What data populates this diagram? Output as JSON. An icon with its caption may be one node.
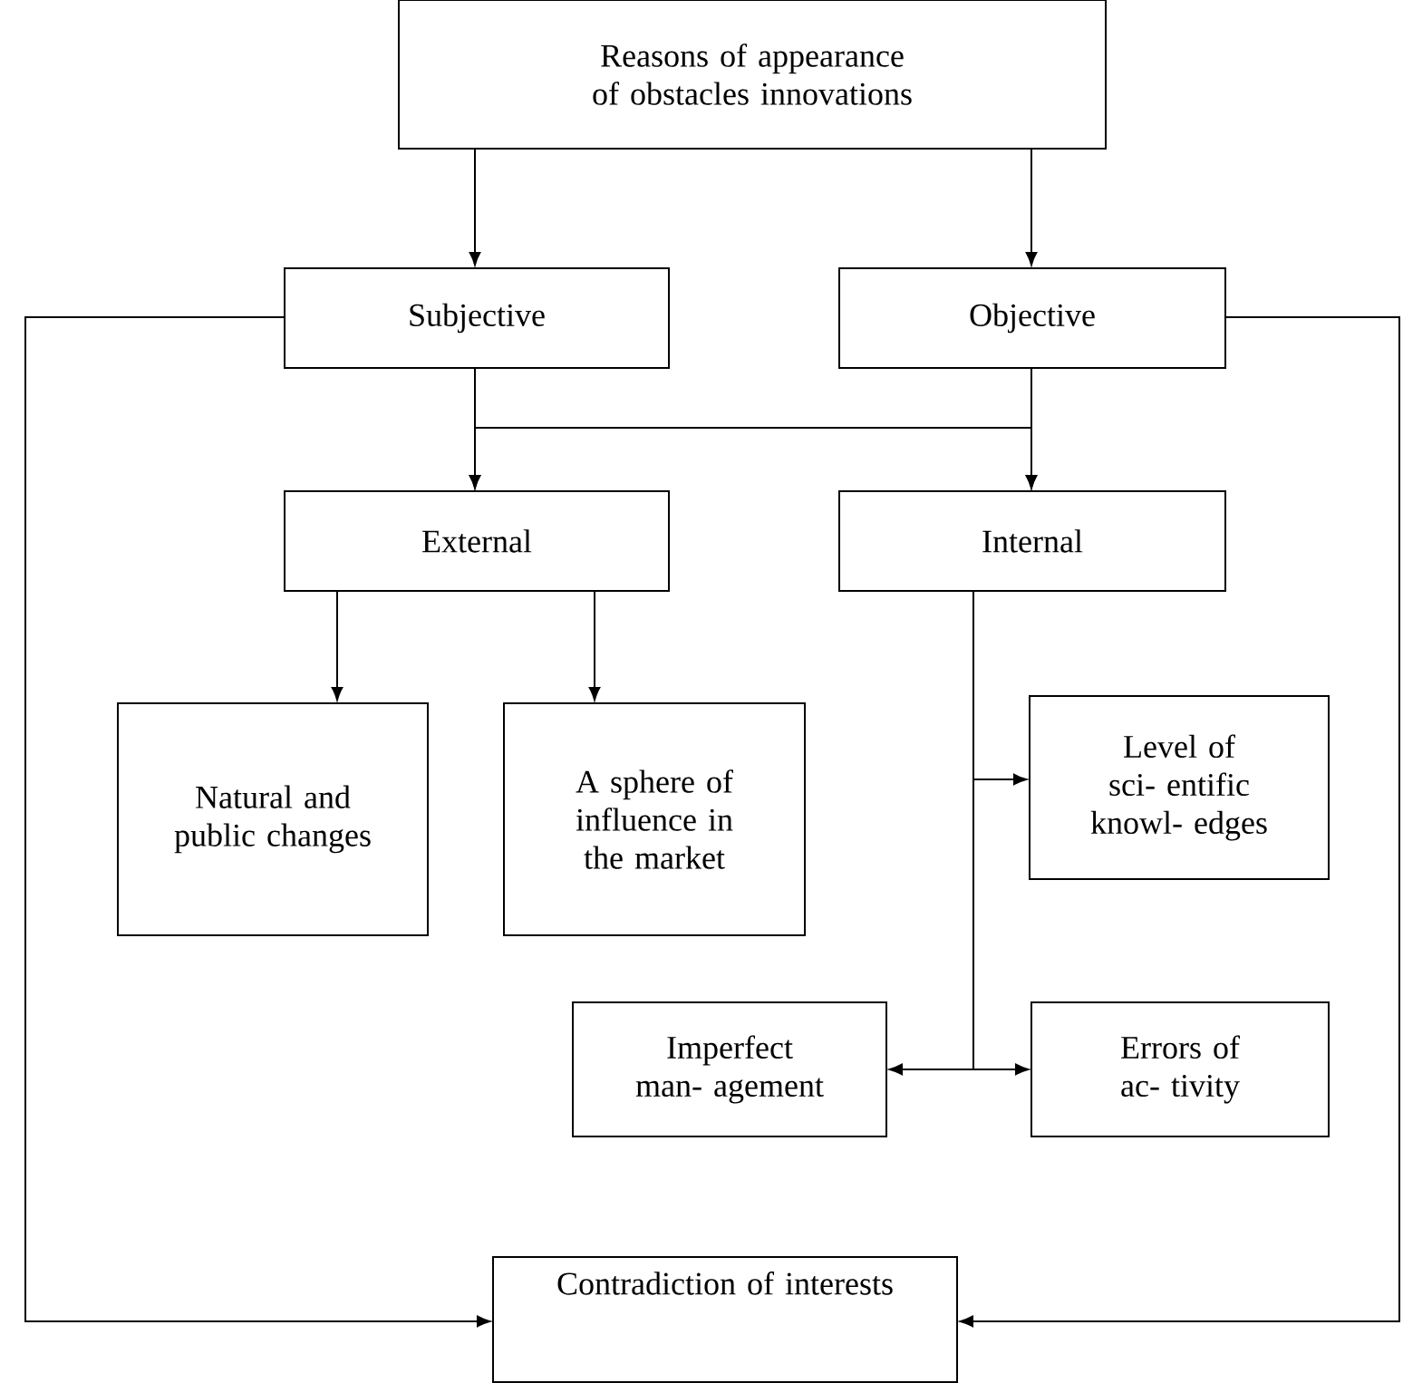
{
  "diagram": {
    "nodes": [
      {
        "text": [
          "Reasons of appearance of obstacles innovations"
        ]
      },
      {
        "text": [
          "Subjective"
        ]
      },
      {
        "text": [
          "Objective"
        ]
      },
      {
        "text": [
          "External"
        ]
      },
      {
        "text": [
          "Internal"
        ]
      },
      {
        "text": [
          "Natural and public changes"
        ]
      },
      {
        "text": [
          "A sphere of influence in the market"
        ]
      },
      {
        "text": [
          "Level of sci- entific knowl- edges"
        ]
      },
      {
        "text": [
          "Imperfect man- agement"
        ]
      },
      {
        "text": [
          "Errors of ac- tivity"
        ]
      },
      {
        "text": [
          "Contradiction of interests"
        ]
      }
    ],
    "edges": [
      {
        "from": 0,
        "to": 1,
        "arrow": "to"
      },
      {
        "from": 0,
        "to": 2,
        "arrow": "to"
      },
      {
        "from": 1,
        "to": 3,
        "arrow": "to"
      },
      {
        "from": 1,
        "to": 4,
        "arrow": "to"
      },
      {
        "from": 2,
        "to": 3,
        "arrow": "to"
      },
      {
        "from": 2,
        "to": 4,
        "arrow": "to"
      },
      {
        "from": 3,
        "to": 5,
        "arrow": "to"
      },
      {
        "from": 3,
        "to": 6,
        "arrow": "to"
      },
      {
        "from": 4,
        "to": 7,
        "arrow": "to"
      },
      {
        "from": 4,
        "to": 8,
        "arrow": "to"
      },
      {
        "from": 4,
        "to": 9,
        "arrow": "to"
      },
      {
        "from": 1,
        "to": 10,
        "arrow": "to"
      },
      {
        "from": 2,
        "to": 10,
        "arrow": "to"
      }
    ]
  }
}
